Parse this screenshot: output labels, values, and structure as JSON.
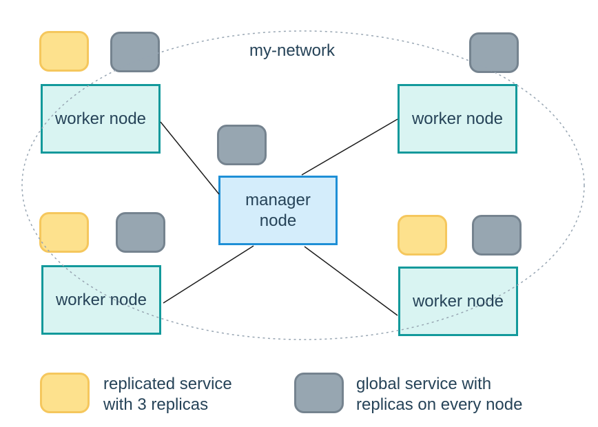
{
  "network": {
    "name": "my-network"
  },
  "nodes": {
    "manager": {
      "label": "manager\nnode",
      "services": [
        "global"
      ]
    },
    "workers": [
      {
        "position": "top-left",
        "label": "worker node",
        "services": [
          "replicated",
          "global"
        ]
      },
      {
        "position": "top-right",
        "label": "worker node",
        "services": [
          "global"
        ]
      },
      {
        "position": "bottom-left",
        "label": "worker node",
        "services": [
          "replicated",
          "global"
        ]
      },
      {
        "position": "bottom-right",
        "label": "worker node",
        "services": [
          "replicated",
          "global"
        ]
      }
    ]
  },
  "legend": {
    "replicated": {
      "label": "replicated service\nwith 3 replicas"
    },
    "global": {
      "label": "global service with\nreplicas on every node"
    }
  },
  "colors": {
    "replicated_fill": "#FDE18D",
    "replicated_border": "#F5C75D",
    "global_fill": "#97A6B1",
    "global_border": "#75838F",
    "worker_fill": "#D9F4F2",
    "worker_border": "#12999B",
    "manager_fill": "#D4EDFB",
    "manager_border": "#1E8FD6",
    "network_ellipse": "#97A5B2",
    "link_line": "#1B1B1B",
    "text": "#264358"
  }
}
